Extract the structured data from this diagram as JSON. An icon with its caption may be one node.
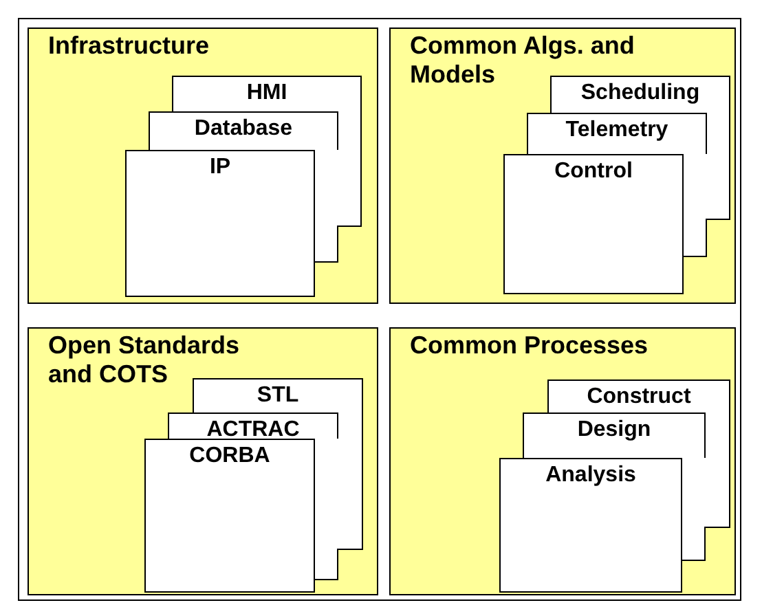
{
  "diagram": {
    "nodes": [
      {
        "text": [
          "Infrastructure"
        ]
      },
      {
        "text": [
          "HMI"
        ],
        "in": 0
      },
      {
        "text": [
          "Database"
        ],
        "in": 0
      },
      {
        "text": [
          "IP"
        ],
        "in": 0
      },
      {
        "text": [
          "Common Algs. and Models"
        ]
      },
      {
        "text": [
          "Scheduling"
        ],
        "in": 4
      },
      {
        "text": [
          "Telemetry"
        ],
        "in": 4
      },
      {
        "text": [
          "Control"
        ],
        "in": 4
      },
      {
        "text": [
          "Open Standards and COTS"
        ]
      },
      {
        "text": [
          "STL"
        ],
        "in": 8
      },
      {
        "text": [
          "ACTRAC"
        ],
        "in": 8
      },
      {
        "text": [
          "CORBA"
        ],
        "in": 8
      },
      {
        "text": [
          "Common Processes"
        ]
      },
      {
        "text": [
          "Construct"
        ],
        "in": 12
      },
      {
        "text": [
          "Design"
        ],
        "in": 12
      },
      {
        "text": [
          "Analysis"
        ],
        "in": 12
      }
    ]
  }
}
